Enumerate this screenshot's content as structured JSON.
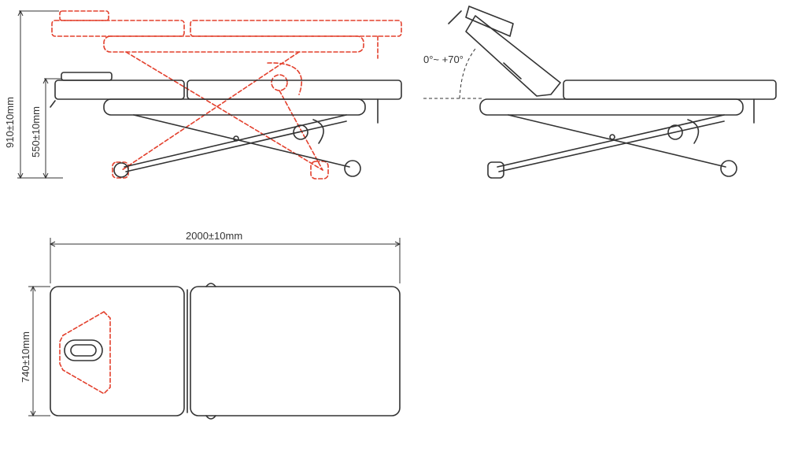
{
  "dimensions": {
    "max_height": "910±10mm",
    "min_height": "550±10mm",
    "backrest_angle": "0°~ +70°",
    "length": "2000±10mm",
    "width": "740±10mm"
  },
  "colors": {
    "line": "#333333",
    "alt_position": "#e3402d"
  }
}
